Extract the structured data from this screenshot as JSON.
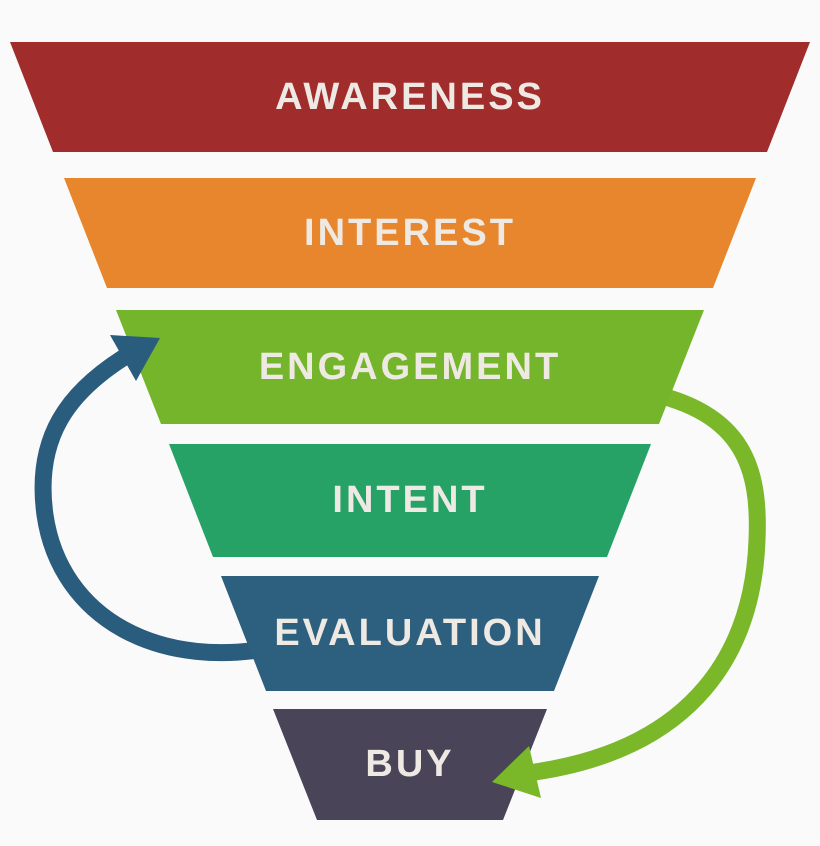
{
  "diagram": {
    "name": "marketing-funnel",
    "label_color": "#efe9e4",
    "stages": [
      {
        "label": "AWARENESS",
        "color": "#a02c2c"
      },
      {
        "label": "INTEREST",
        "color": "#e8862d"
      },
      {
        "label": "ENGAGEMENT",
        "color": "#74b52c"
      },
      {
        "label": "INTENT",
        "color": "#27a267"
      },
      {
        "label": "EVALUATION",
        "color": "#2d5f7e"
      },
      {
        "label": "BUY",
        "color": "#494458"
      }
    ],
    "arrows": {
      "left_loop": {
        "name": "evaluation-to-engagement",
        "color": "#2a5c7d"
      },
      "right_loop": {
        "name": "engagement-to-buy",
        "color": "#7ab829"
      }
    }
  }
}
